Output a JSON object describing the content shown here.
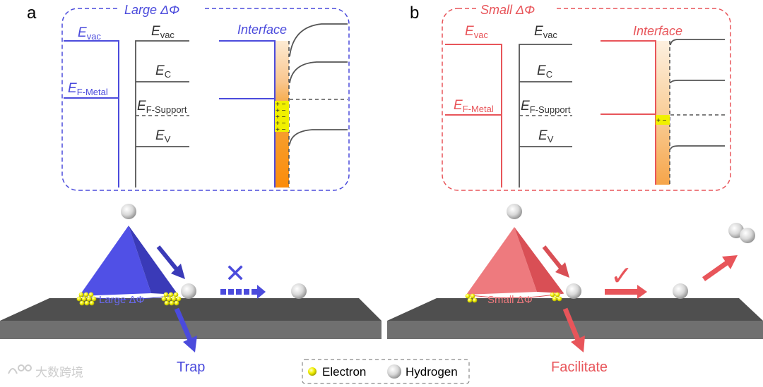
{
  "panels": {
    "a": {
      "letter": "a",
      "box_title": "Large ΔΦ",
      "evac_metal": {
        "main": "E",
        "sub": "vac"
      },
      "evac_support": {
        "main": "E",
        "sub": "vac"
      },
      "ec": {
        "main": "E",
        "sub": "C"
      },
      "ef_metal": {
        "main": "E",
        "sub": "F-Metal"
      },
      "ef_support": {
        "main": "E",
        "sub": "F-Support"
      },
      "ev": {
        "main": "E",
        "sub": "V"
      },
      "interface": "Interface",
      "charges": [
        "+ −",
        "+ −",
        "+ −",
        "+ −",
        "+ −"
      ],
      "pyramid_label": "Large ΔΦ",
      "mark": "✕",
      "outcome": "Trap"
    },
    "b": {
      "letter": "b",
      "box_title": "Small ΔΦ",
      "evac_metal": {
        "main": "E",
        "sub": "vac"
      },
      "evac_support": {
        "main": "E",
        "sub": "vac"
      },
      "ec": {
        "main": "E",
        "sub": "C"
      },
      "ef_metal": {
        "main": "E",
        "sub": "F-Metal"
      },
      "ef_support": {
        "main": "E",
        "sub": "F-Support"
      },
      "ev": {
        "main": "E",
        "sub": "V"
      },
      "interface": "Interface",
      "charges": [
        "+ −"
      ],
      "pyramid_label": "Small ΔΦ",
      "mark": "✓",
      "outcome": "Facilitate"
    }
  },
  "legend": {
    "electron": "Electron",
    "hydrogen": "Hydrogen"
  },
  "watermark": "大数跨境",
  "colors": {
    "blue": "#4b4bdc",
    "red": "#e8555a",
    "gray": "#555555",
    "yellow": "#f0f000"
  }
}
